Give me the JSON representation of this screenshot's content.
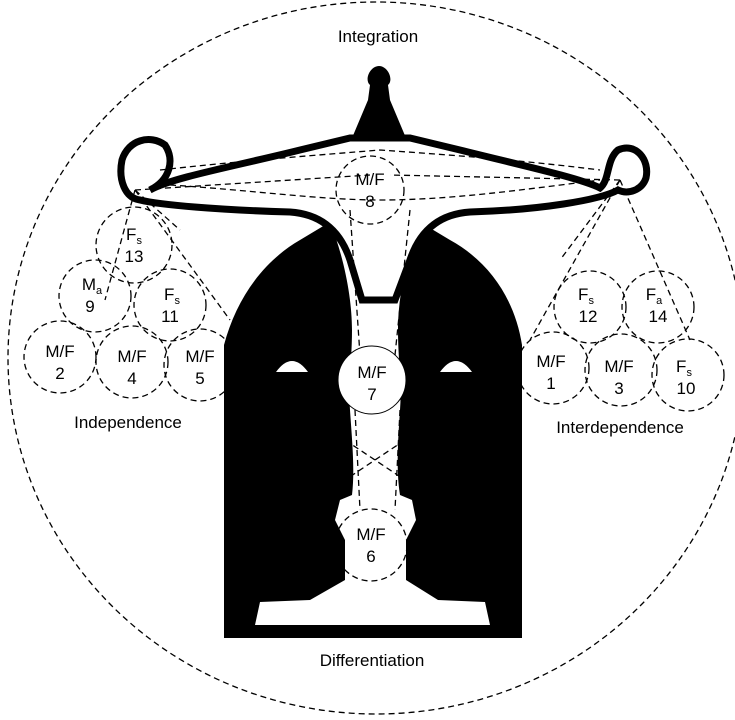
{
  "labels": {
    "top": "Integration",
    "bottom": "Differentiation",
    "left": "Independence",
    "right": "Interdependence"
  },
  "nodes": [
    {
      "id": "n8",
      "main": "M/F",
      "sub": "",
      "num": "8"
    },
    {
      "id": "n7",
      "main": "M/F",
      "sub": "",
      "num": "7"
    },
    {
      "id": "n6",
      "main": "M/F",
      "sub": "",
      "num": "6"
    },
    {
      "id": "n13",
      "main": "F",
      "sub": "s",
      "num": "13"
    },
    {
      "id": "n9",
      "main": "M",
      "sub": "a",
      "num": "9"
    },
    {
      "id": "n11",
      "main": "F",
      "sub": "s",
      "num": "11"
    },
    {
      "id": "n2",
      "main": "M/F",
      "sub": "",
      "num": "2"
    },
    {
      "id": "n4",
      "main": "M/F",
      "sub": "",
      "num": "4"
    },
    {
      "id": "n5",
      "main": "M/F",
      "sub": "",
      "num": "5"
    },
    {
      "id": "n12",
      "main": "F",
      "sub": "s",
      "num": "12"
    },
    {
      "id": "n14",
      "main": "F",
      "sub": "a",
      "num": "14"
    },
    {
      "id": "n1",
      "main": "M/F",
      "sub": "",
      "num": "1"
    },
    {
      "id": "n3",
      "main": "M/F",
      "sub": "",
      "num": "3"
    },
    {
      "id": "n10",
      "main": "F",
      "sub": "s",
      "num": "10"
    }
  ]
}
